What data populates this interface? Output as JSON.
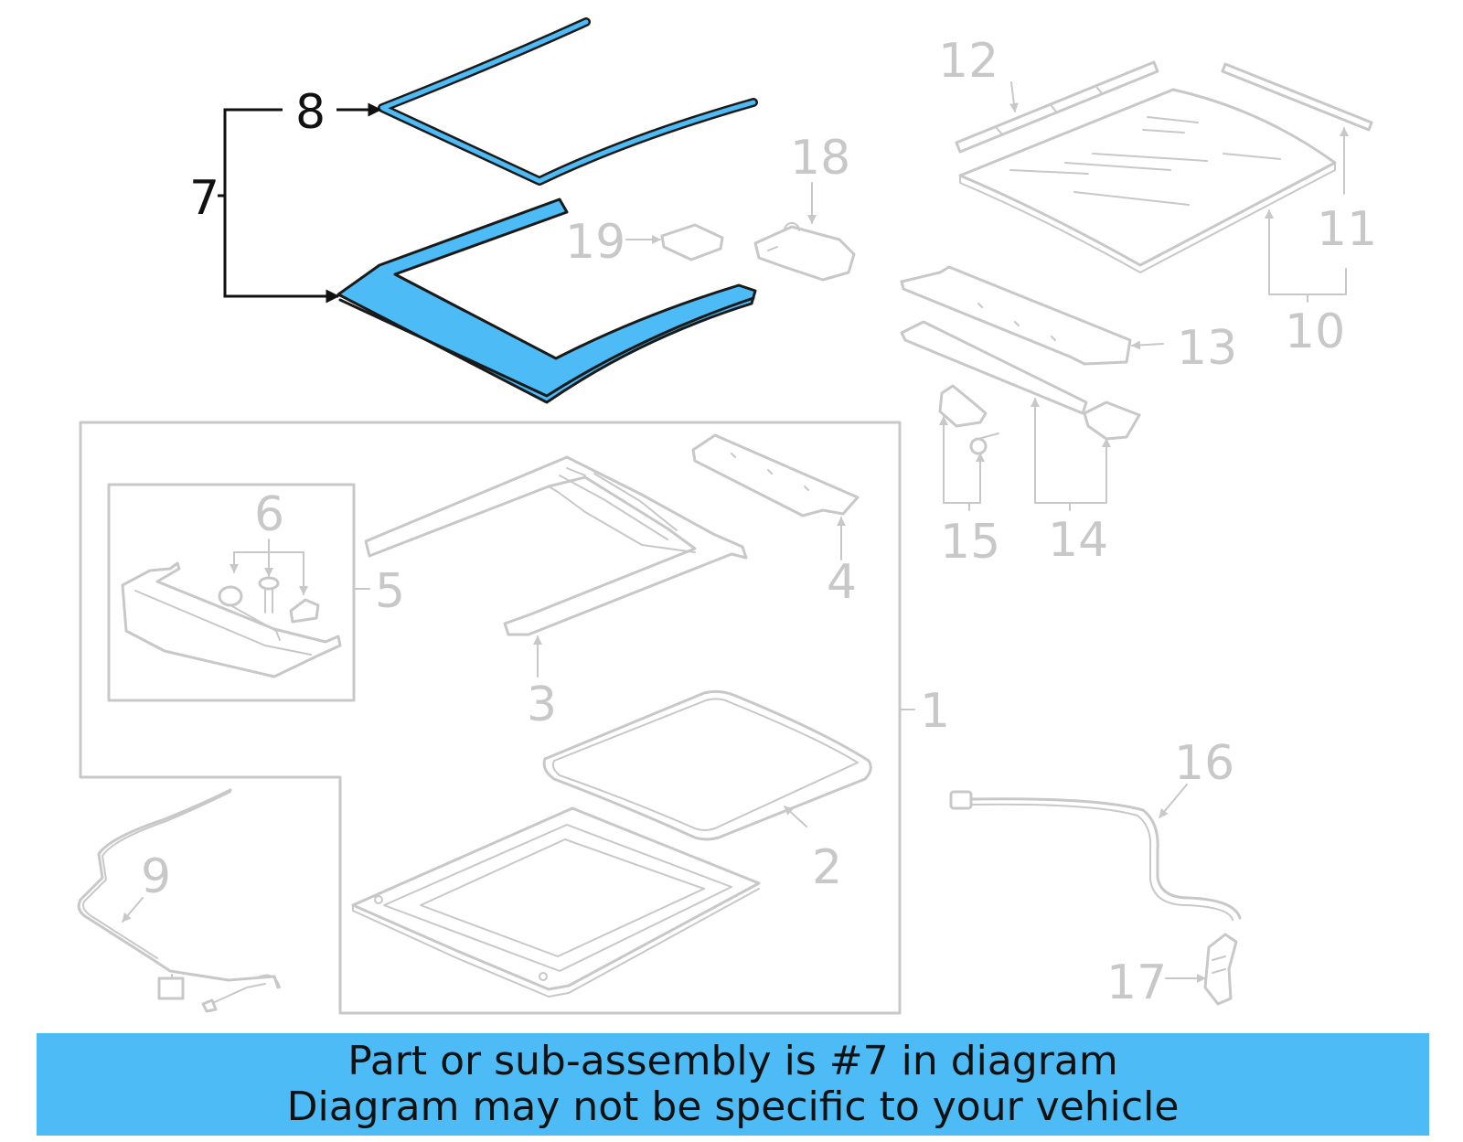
{
  "highlight_color": "#4dbbf5",
  "callouts": {
    "c1": "1",
    "c2": "2",
    "c3": "3",
    "c4": "4",
    "c5": "5",
    "c6": "6",
    "c7": "7",
    "c8": "8",
    "c9": "9",
    "c10": "10",
    "c11": "11",
    "c12": "12",
    "c13": "13",
    "c14": "14",
    "c15": "15",
    "c16": "16",
    "c17": "17",
    "c18": "18",
    "c19": "19"
  },
  "footer": {
    "line1": "Part or sub-assembly is #7 in diagram",
    "line2": "Diagram may not be specific to your vehicle"
  }
}
